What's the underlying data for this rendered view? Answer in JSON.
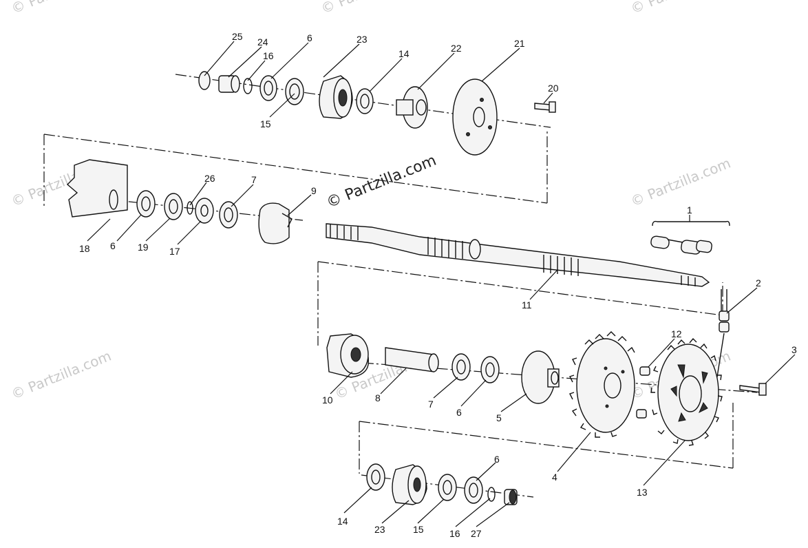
{
  "watermark": {
    "main": "© Partzilla.com",
    "faint": "© Partzilla.com"
  },
  "callouts": {
    "c25": "25",
    "c24": "24",
    "c16_top": "16",
    "c6_top": "6",
    "c23_top": "23",
    "c14_top": "14",
    "c22": "22",
    "c21": "21",
    "c20": "20",
    "c15_top": "15",
    "c26": "26",
    "c7_mid": "7",
    "c9": "9",
    "c18": "18",
    "c6_mid": "6",
    "c19": "19",
    "c17": "17",
    "c1": "1",
    "c2": "2",
    "c11": "11",
    "c12": "12",
    "c3": "3",
    "c10": "10",
    "c8": "8",
    "c7_low": "7",
    "c6_low": "6",
    "c5": "5",
    "c4": "4",
    "c13": "13",
    "c6_bot": "6",
    "c14_bot": "14",
    "c23_bot": "23",
    "c15_bot": "15",
    "c16_bot": "16",
    "c27": "27"
  }
}
